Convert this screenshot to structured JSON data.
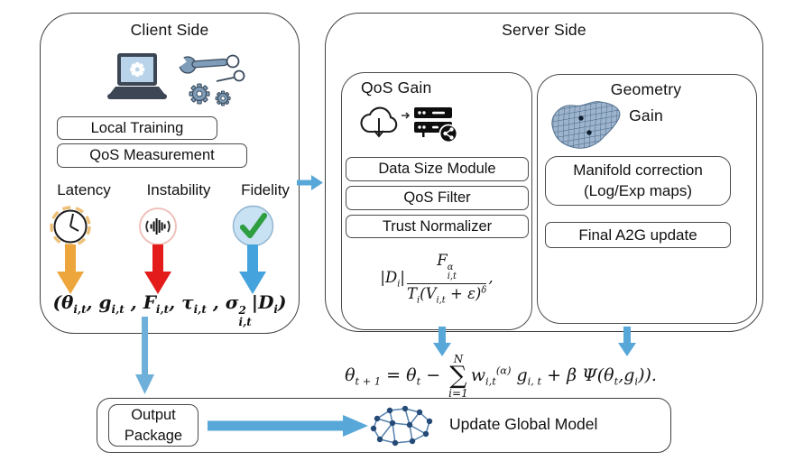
{
  "client": {
    "title": "Client Side",
    "boxes": [
      "Local Training",
      "QoS Measurement"
    ],
    "metrics": [
      {
        "label": "Latency",
        "icon": "clock-icon",
        "arrow_color": "#EDA63C"
      },
      {
        "label": "Instability",
        "icon": "sound-wave-icon",
        "arrow_color": "#E31B1B"
      },
      {
        "label": "Fidelity",
        "icon": "check-icon",
        "arrow_color": "#44A3DC"
      }
    ]
  },
  "server": {
    "title": "Server Side",
    "qos_gain": {
      "title": "QoS Gain",
      "boxes": [
        "Data Size Module",
        "QoS Filter",
        "Trust Normalizer"
      ]
    },
    "geometry_gain": {
      "title_line1": "Geometry",
      "title_line2": "Gain",
      "manifold_box_line1": "Manifold correction",
      "manifold_box_line2": "(Log/Exp maps)",
      "final_box": "Final A2G update"
    }
  },
  "output": {
    "package_line1": "Output",
    "package_line2": "Package",
    "update_label": "Update Global Model"
  },
  "formulas": {
    "client": {
      "p0": "(θ",
      "s0": "i,t",
      "p1": ", g",
      "s1": "i,t",
      "p2": " , F",
      "s2": "i,t",
      "p3": ", τ",
      "s3": "i,t",
      "p4": " , σ",
      "sup4": "2",
      "s4": "i,t",
      "p5": "|D",
      "s5": "i",
      "p6": ")"
    },
    "qos": {
      "q0": "|D",
      "qs0": "i",
      "q1": "|",
      "num0": "F",
      "num_sup": "α",
      "num_sub": "i,t",
      "den0": "T",
      "dens0": "i",
      "den1": "(V",
      "dens1": "i,t",
      "den2": " + ε)",
      "den_sup": "δ",
      "comma": ","
    },
    "global": {
      "g0": "θ",
      "gs0": "t + 1",
      "g1": " = θ",
      "gs1": "t",
      "g2": " − ",
      "sum_top": "N",
      "sum_sym": "∑",
      "sum_bot": "i=1",
      "g3": "w",
      "w_sub": "i,t",
      "w_sup": "(α)",
      "g4": " g",
      "gs4": "i, t",
      "g5": " + β Ψ(θ",
      "gs5": "t",
      "g6": ",g",
      "gs6": "i",
      "g7": "))."
    }
  },
  "colors": {
    "arrow_blue": "#57A7D8",
    "arrow_orange": "#EDA63C",
    "arrow_red": "#E31B1B",
    "check_green": "#2E9E41",
    "steel_blue": "#7F9DB9"
  }
}
